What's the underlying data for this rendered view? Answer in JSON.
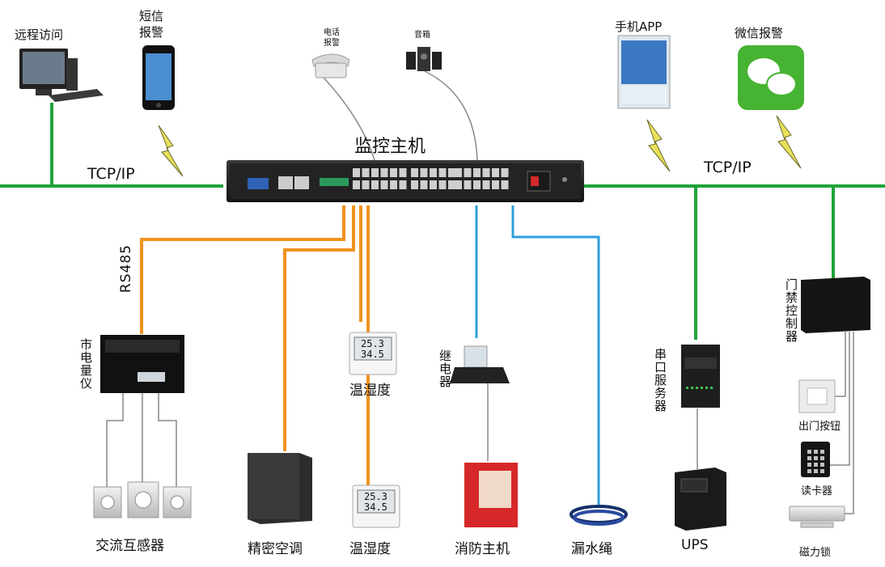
{
  "host": {
    "title": "监控主机"
  },
  "network": {
    "left_label": "TCP/IP",
    "right_label": "TCP/IP",
    "rs485_label": "RS485"
  },
  "devices": {
    "remote_access": "远程访问",
    "sms_alarm": "短信\n报警",
    "phone_alarm": "电话\n报警",
    "speaker": "音箱",
    "mobile_app": "手机APP",
    "wechat_alarm": "微信报警",
    "power_meter": "市电量仪",
    "ct": "交流互感器",
    "precision_ac": "精密空调",
    "temp_humidity_1": "温湿度",
    "temp_humidity_2": "温湿度",
    "relay": "继电器",
    "fire_host": "消防主机",
    "leak_rope": "漏水绳",
    "serial_server": "串口服务器",
    "ups": "UPS",
    "access_controller": "门禁控制器",
    "exit_button": "出门按钮",
    "card_reader": "读卡器",
    "mag_lock": "磁力锁"
  },
  "sensor_display": {
    "temp": "25.3",
    "humidity": "34.5"
  },
  "colors": {
    "network": "#1fa33a",
    "rs485": "#f0921e",
    "signal": "#2f9fdc",
    "lightning": "#e8e05a"
  }
}
